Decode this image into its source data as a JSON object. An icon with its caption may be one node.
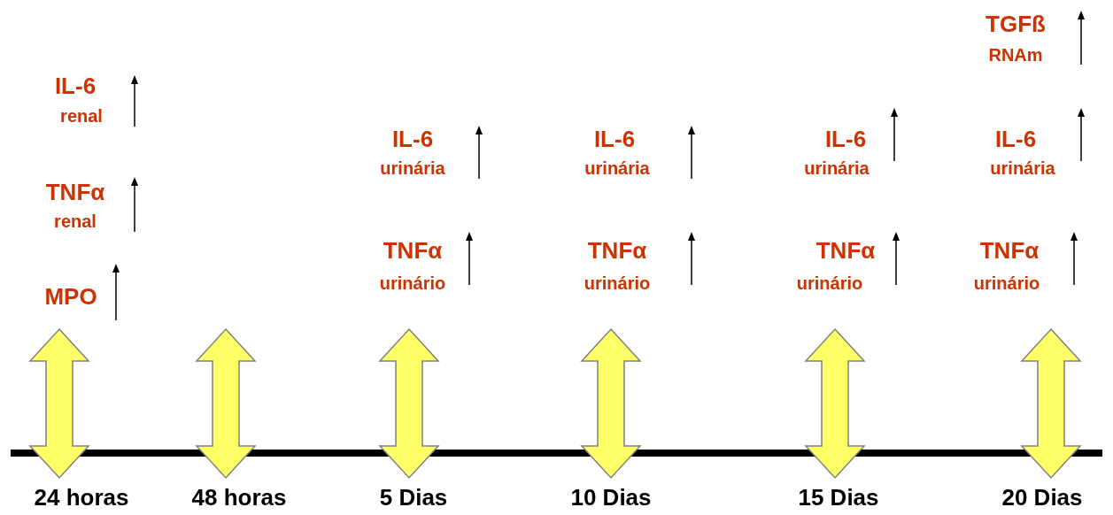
{
  "diagram": {
    "labels": [
      "IL-6",
      "renal",
      "TNFα",
      "renal",
      "MPO",
      "24 horas",
      "48 horas",
      "IL-6",
      "urinária",
      "TNFα",
      "urinário",
      "5 Dias",
      "IL-6",
      "urinária",
      "TNFα",
      "urinário",
      "10 Dias",
      "IL-6",
      "urinária",
      "TNFα",
      "urinário",
      "15 Dias",
      "TGFß",
      "RNAm",
      "IL-6",
      "urinária",
      "TNFα",
      "urinário",
      "20 Dias"
    ]
  }
}
